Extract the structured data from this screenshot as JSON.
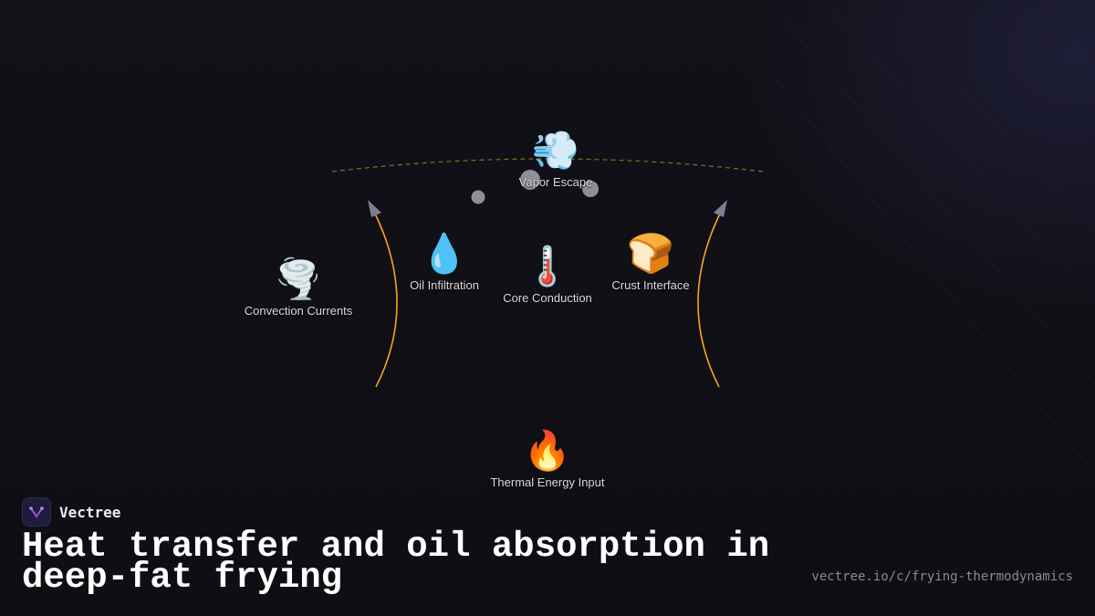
{
  "diagram": {
    "nodes": [
      {
        "id": "vapor",
        "emoji": "💨",
        "icon": "dashing-away-icon",
        "label": "Vapor Escape"
      },
      {
        "id": "oil",
        "emoji": "💧",
        "icon": "droplet-icon",
        "label": "Oil Infiltration"
      },
      {
        "id": "core",
        "emoji": "🌡️",
        "icon": "thermometer-icon",
        "label": "Core Conduction"
      },
      {
        "id": "crust",
        "emoji": "🍞",
        "icon": "bread-icon",
        "label": "Crust Interface"
      },
      {
        "id": "convection",
        "emoji": "🌪️",
        "icon": "tornado-icon",
        "label": "Convection Currents"
      },
      {
        "id": "thermal",
        "emoji": "🔥",
        "icon": "fire-icon",
        "label": "Thermal Energy Input"
      }
    ],
    "colors": {
      "arc": "#f5a623",
      "arrowhead": "#7a7f96",
      "boundary": "#8a6d2a",
      "bubble": "#8d8f99"
    }
  },
  "brand": {
    "name": "Vectree",
    "logo_icon": "vectree-logo-icon"
  },
  "title": "Heat transfer and oil absorption in deep-fat frying",
  "url": "vectree.io/c/frying-thermodynamics"
}
